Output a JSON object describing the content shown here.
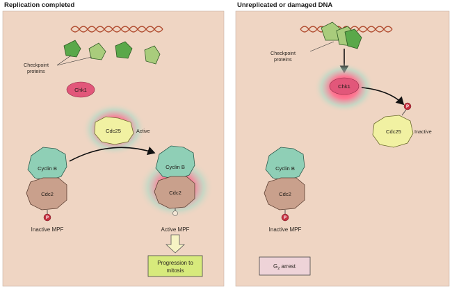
{
  "panels": {
    "left": {
      "title": "Replication completed",
      "checkpoint_label": [
        "Checkpoint",
        "proteins"
      ],
      "chk1_label": "Chk1",
      "cdc25_label": "Cdc25",
      "cdc25_state": "Active",
      "cyclin_label": "Cyclin B",
      "cdc2_label": "Cdc2",
      "phosphate_label": "P",
      "inactive_mpf_label": "Inactive MPF",
      "active_mpf_label": "Active MPF",
      "outcome": [
        "Progression to",
        "mitosis"
      ]
    },
    "right": {
      "title": "Unreplicated or damaged DNA",
      "checkpoint_label": [
        "Checkpoint",
        "proteins"
      ],
      "chk1_label": "Chk1",
      "cdc25_label": "Cdc25",
      "cdc25_state": "Inactive",
      "phosphate_label": "P",
      "cyclin_label": "Cyclin B",
      "cdc2_label": "Cdc2",
      "inactive_mpf_label": "Inactive MPF",
      "outcome_main": "G",
      "outcome_sub": "2",
      "outcome_rest": " arrest"
    }
  },
  "colors": {
    "panel_bg": "#efd5c3",
    "dna": "#b04a2e",
    "checkpoint_green": "#5aa84a",
    "checkpoint_light": "#a9cc7c",
    "chk1_pink": "#e2577a",
    "cdc25_yellow": "#f1f1a2",
    "cyclin_teal": "#8fcfb6",
    "cdc2_brown": "#c9a08c",
    "phosphate": "#c53040",
    "progression_box": "#d7ea7c",
    "arrest_box": "#eed3d8"
  }
}
